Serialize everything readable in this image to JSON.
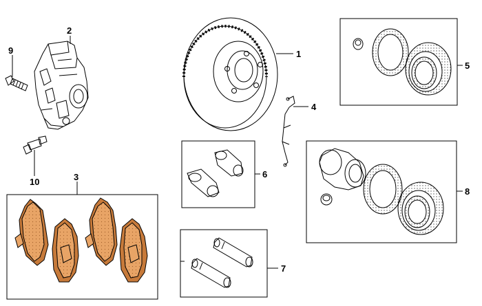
{
  "diagram": {
    "callouts": [
      {
        "id": "1",
        "label": "1"
      },
      {
        "id": "2",
        "label": "2"
      },
      {
        "id": "3",
        "label": "3"
      },
      {
        "id": "4",
        "label": "4"
      },
      {
        "id": "5",
        "label": "5"
      },
      {
        "id": "6",
        "label": "6"
      },
      {
        "id": "7",
        "label": "7"
      },
      {
        "id": "8",
        "label": "8"
      },
      {
        "id": "9",
        "label": "9"
      },
      {
        "id": "10",
        "label": "10"
      }
    ],
    "colors": {
      "line": "#000000",
      "pad": "#e8a466",
      "pad_dark": "#c77a3a",
      "metal": "#ffffff"
    }
  }
}
